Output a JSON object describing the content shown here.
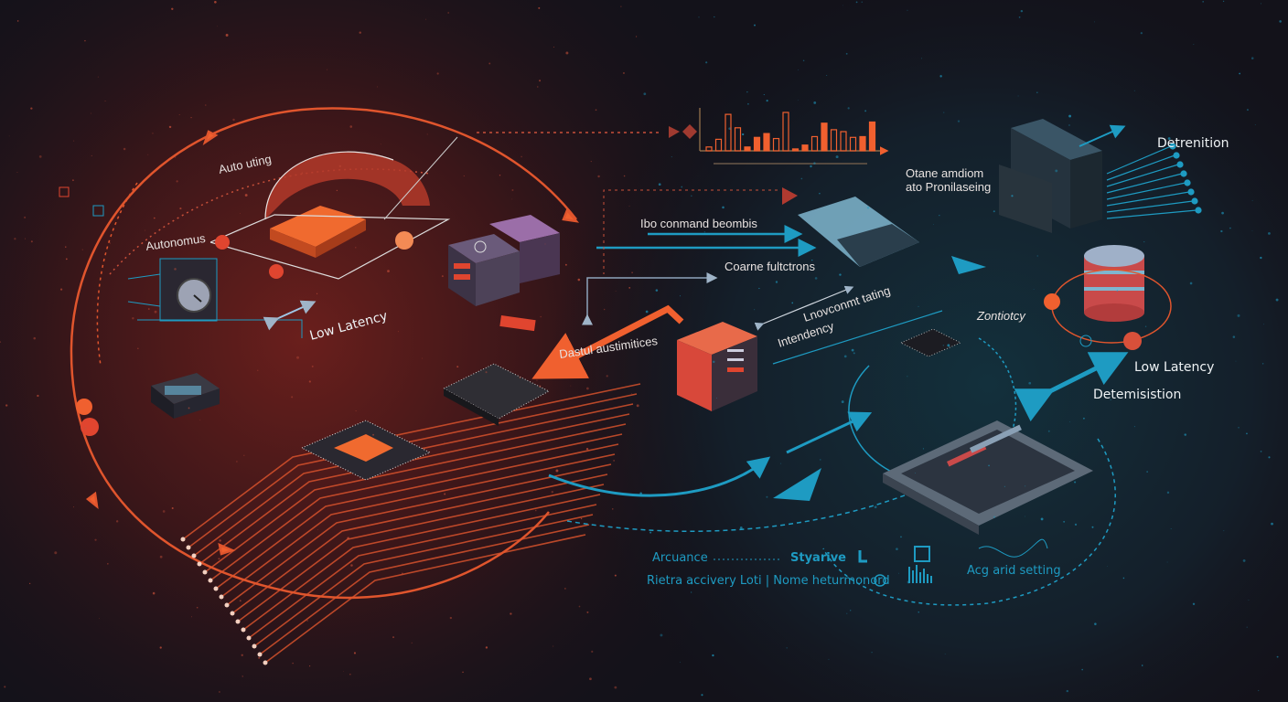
{
  "labels": {
    "auto_tuning": "Auto uting",
    "autonomus": "Autonomus",
    "low_latency_left": "Low Latency",
    "command_label": "Ibo conmand beombis",
    "coarse_functions": "Coarne fultctrons",
    "dastul": "Dastul austimitices",
    "lnov_tating": "Lnovconmt tating",
    "intendency": "Intendency",
    "otane_1": "Otane amdiom",
    "otane_2": "ato Pronilaseing",
    "detrenition": "Detrenition",
    "zontiotcy": "Zontiotcy",
    "low_latency_right": "Low Latency",
    "determinism": "Detemisistion",
    "arcuance": "Arcuance",
    "styarive": "Styarive",
    "bottom_line": "Rietra accivery Loti | Nome heturmonord",
    "acg_setting": "Acg arid setting"
  },
  "mini_chart": {
    "values": [
      0.1,
      0.3,
      0.95,
      0.6,
      0.1,
      0.35,
      0.45,
      0.32,
      1.0,
      0.05,
      0.15,
      0.37,
      0.72,
      0.55,
      0.5,
      0.35,
      0.37,
      0.75
    ],
    "filled": [
      false,
      false,
      false,
      false,
      true,
      true,
      true,
      false,
      false,
      true,
      true,
      false,
      true,
      false,
      false,
      false,
      true,
      true
    ]
  },
  "colors": {
    "orange": "#f0602f",
    "teal": "#1e9bc2",
    "bg": "#13121a"
  }
}
